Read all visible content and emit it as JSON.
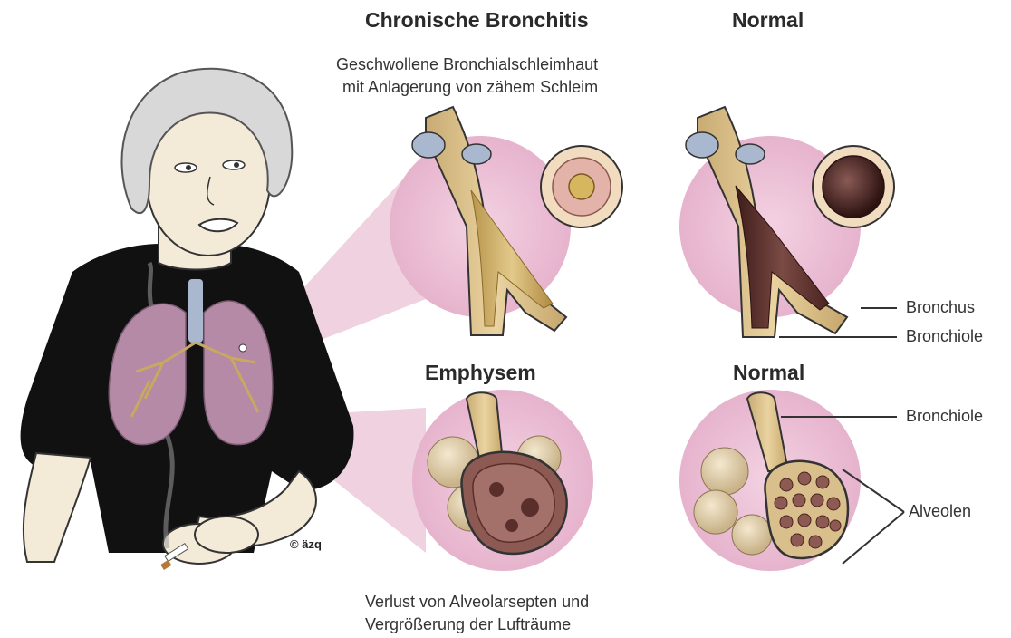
{
  "titles": {
    "chronic_bronchitis": "Chronische Bronchitis",
    "normal_top": "Normal",
    "emphysema": "Emphysem",
    "normal_bottom": "Normal"
  },
  "captions": {
    "bronchitis_line1": "Geschwollene Bronchialschleimhaut",
    "bronchitis_line2": "mit Anlagerung von zähem Schleim",
    "emphysema_line1": "Verlust von Alveolarsepten und",
    "emphysema_line2": "Vergrößerung der Lufträume"
  },
  "labels": {
    "bronchus": "Bronchus",
    "bronchiole_top": "Bronchiole",
    "bronchiole_bottom": "Bronchiole",
    "alveoli": "Alveolen"
  },
  "credit": "äzq",
  "colors": {
    "circle_pink": "#e8b8d0",
    "circle_border": "#d79ab8",
    "shirt": "#111111",
    "skin": "#f4ead8",
    "hair": "#d8d8d8",
    "lung": "#b48aa6",
    "bronchus_tan": "#d8bf8c",
    "mucus": "#c9a860",
    "normal_lumen": "#5a2e2a",
    "emphysema_tissue": "#8c5a52",
    "alveoli_beige": "#e6d4b0",
    "cartilage_blue": "#a9b8cf"
  }
}
